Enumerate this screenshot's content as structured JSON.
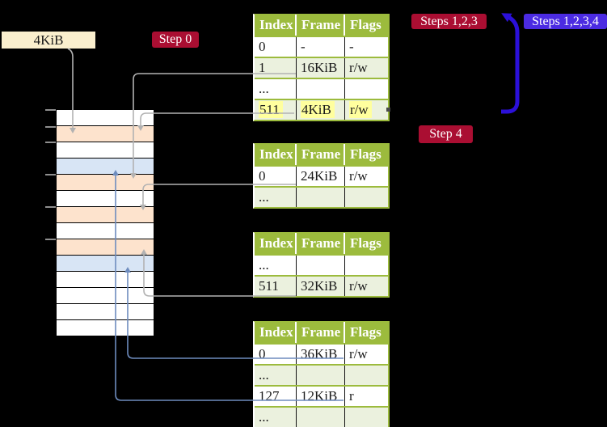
{
  "labels": {
    "frame_size": "4KiB",
    "step0": "Step 0",
    "steps123": "Steps 1,2,3",
    "steps1234": "Steps 1,2,3,4",
    "step4": "Step 4"
  },
  "tables": [
    {
      "name": "page-table-level-4",
      "headers": [
        "Index",
        "Frame",
        "Flags"
      ],
      "rows": [
        {
          "cells": [
            "0",
            "-",
            "-"
          ],
          "bg": "white"
        },
        {
          "cells": [
            "1",
            "16KiB",
            "r/w"
          ],
          "bg": "green"
        },
        {
          "cells": [
            "...",
            "",
            ""
          ],
          "bg": "white"
        },
        {
          "cells": [
            "511",
            "4KiB",
            "r/w"
          ],
          "bg": "green",
          "highlight": true
        }
      ]
    },
    {
      "name": "page-table-level-3",
      "headers": [
        "Index",
        "Frame",
        "Flags"
      ],
      "rows": [
        {
          "cells": [
            "0",
            "24KiB",
            "r/w"
          ],
          "bg": "white"
        },
        {
          "cells": [
            "...",
            "",
            ""
          ],
          "bg": "green"
        }
      ]
    },
    {
      "name": "page-table-level-2",
      "headers": [
        "Index",
        "Frame",
        "Flags"
      ],
      "rows": [
        {
          "cells": [
            "...",
            "",
            ""
          ],
          "bg": "white"
        },
        {
          "cells": [
            "511",
            "32KiB",
            "r/w"
          ],
          "bg": "green"
        }
      ]
    },
    {
      "name": "page-table-level-1",
      "headers": [
        "Index",
        "Frame",
        "Flags"
      ],
      "rows": [
        {
          "cells": [
            "0",
            "36KiB",
            "r/w"
          ],
          "bg": "white"
        },
        {
          "cells": [
            "...",
            "",
            ""
          ],
          "bg": "green"
        },
        {
          "cells": [
            "127",
            "12KiB",
            "r"
          ],
          "bg": "white"
        },
        {
          "cells": [
            "...",
            "",
            ""
          ],
          "bg": "green"
        }
      ]
    }
  ],
  "memory_strip": {
    "rows": [
      "white",
      "peach",
      "white",
      "lightblue",
      "peach",
      "white",
      "peach",
      "white",
      "peach",
      "lightblue",
      "white",
      "white",
      "white",
      "white"
    ],
    "tick_count": 6
  },
  "arrows": [
    {
      "desc": "4KiB label to peach frame row 2"
    },
    {
      "desc": "level-4 entry 1 to 16KiB frame"
    },
    {
      "desc": "level-4 entry 511 to 4KiB frame"
    },
    {
      "desc": "level-3 entry 0 to 24KiB frame"
    },
    {
      "desc": "level-2 entry 511 to 32KiB frame"
    },
    {
      "desc": "level-1 entry 0 to 36KiB page"
    },
    {
      "desc": "level-1 entry 127 to 12KiB page"
    },
    {
      "desc": "thick recursive arrow looping up to Steps 1,2,3"
    }
  ],
  "colors": {
    "background": "#000000",
    "table_header_green": "#9CBB3D",
    "table_row_green": "#EBF1DE",
    "highlight_yellow": "#FFFF9E",
    "frame_peach": "#FDE3CD",
    "page_light_blue": "#D8E5F5",
    "label_cream": "#FAEFCE",
    "step_crimson": "#AA0E32",
    "steps_blue_label": "#4B2BE2",
    "big_arrow_blue": "#2B10D9",
    "gray_connector": "#B2B2B2",
    "blue_connector": "#6E8CBE"
  }
}
